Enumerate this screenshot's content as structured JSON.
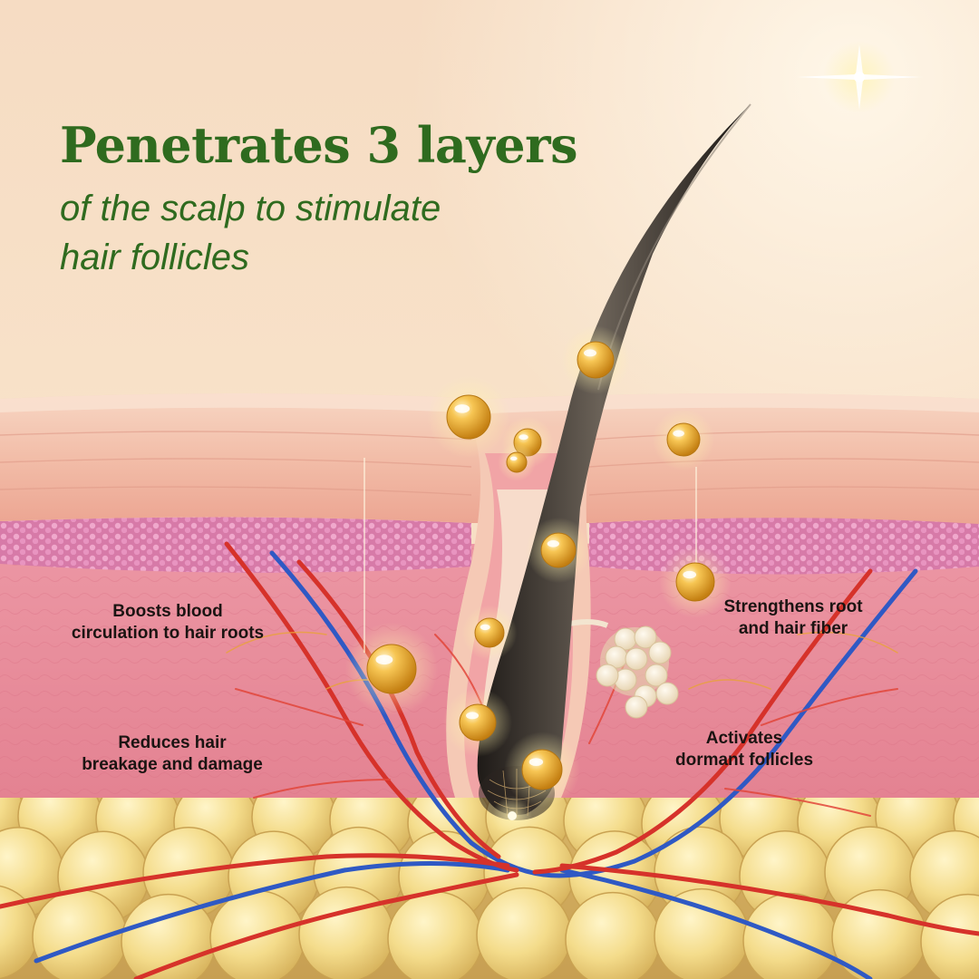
{
  "headline": {
    "title": "Penetrates 3 layers",
    "subtitle_line1": "of the scalp to stimulate",
    "subtitle_line2": "hair follicles"
  },
  "callouts": {
    "blood_circulation": {
      "line1": "Boosts blood",
      "line2": "circulation to hair roots"
    },
    "breakage": {
      "line1": "Reduces hair",
      "line2": "breakage and damage"
    },
    "strengthens": {
      "line1": "Strengthens root",
      "line2": "and hair fiber"
    },
    "dormant": {
      "line1": "Activates",
      "line2": "dormant follicles"
    }
  },
  "colors": {
    "headline_green": "#2f6b1f",
    "background_peach": "#f3d9bf",
    "epidermis": "#f0b9a2",
    "dermis": "#e8889a",
    "fat_yellow": "#f2dc86",
    "artery_red": "#d6322a",
    "vein_blue": "#2f59c4",
    "oil_gold": "#f2b32e",
    "hair_dark": "#2a2622"
  },
  "icons": [
    "hair-strand-icon",
    "oil-droplet-icon",
    "sparkle-icon",
    "fat-cell-icon",
    "blood-vessel-icon"
  ]
}
